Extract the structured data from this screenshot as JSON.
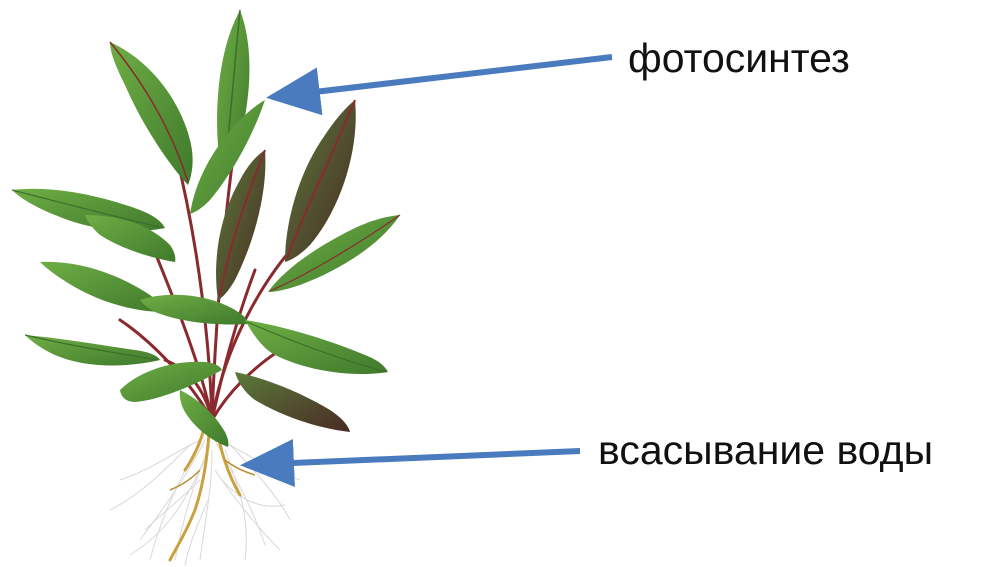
{
  "labels": {
    "photosynthesis": "фотосинтез",
    "water_absorption": "всасывание воды"
  },
  "colors": {
    "arrow": "#4a7bbf",
    "leaf_green": "#5c9a3a",
    "leaf_dark": "#3d6e2a",
    "midrib_red": "#8a2a2e",
    "root_gold": "#c9a13e",
    "root_hair": "#cfcfcf",
    "text": "#111111"
  },
  "annotations": [
    {
      "target": "leaf",
      "label_ref": "labels.photosynthesis"
    },
    {
      "target": "root",
      "label_ref": "labels.water_absorption"
    }
  ]
}
